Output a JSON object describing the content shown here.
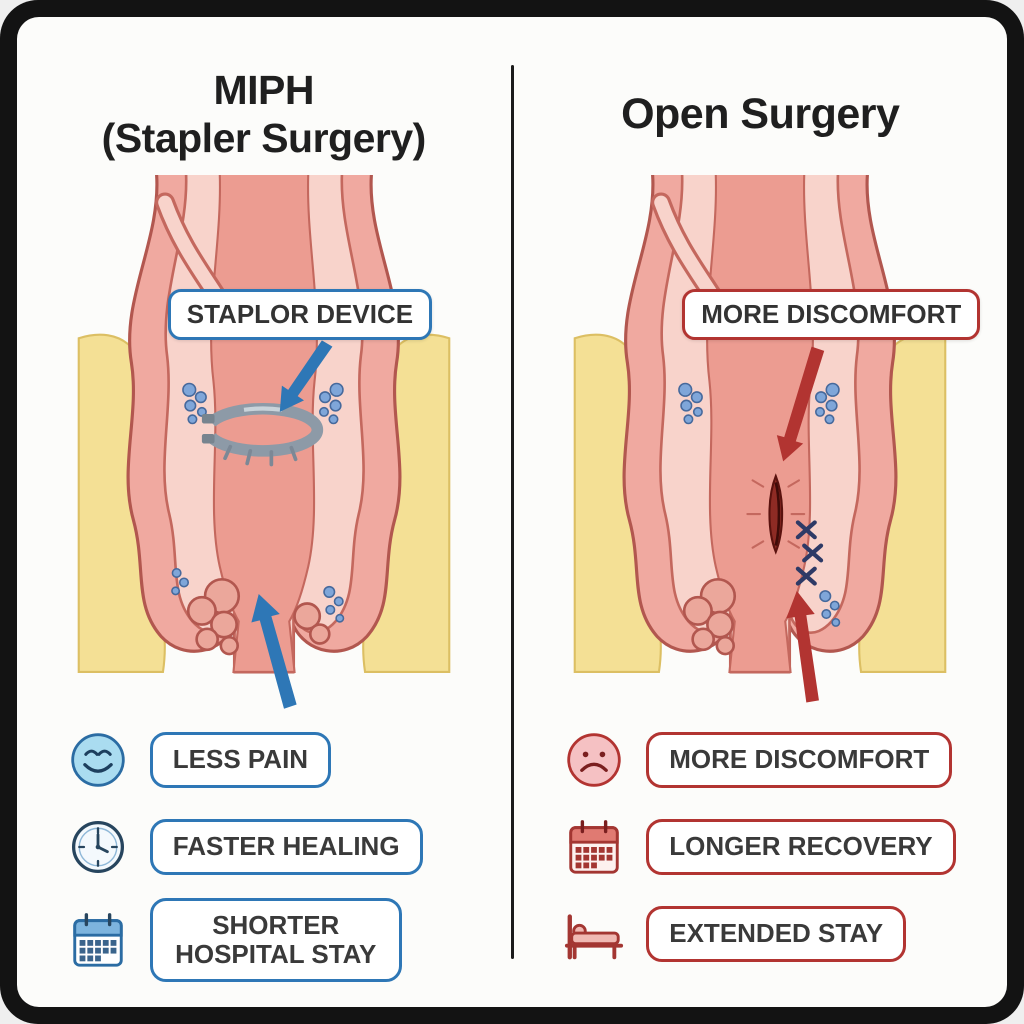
{
  "diagram": {
    "left": {
      "title_line1": "MIPH",
      "title_line2": "(Stapler Surgery)",
      "callout_label": "STAPLOR DEVICE",
      "accent_color": "#2e77b6",
      "benefits": [
        {
          "icon": "happy-face-icon",
          "label": "LESS PAIN"
        },
        {
          "icon": "clock-icon",
          "label": "FASTER HEALING"
        },
        {
          "icon": "calendar-icon",
          "label": "SHORTER HOSPITAL STAY"
        }
      ]
    },
    "right": {
      "title": "Open Surgery",
      "callout_label": "MORE DISCOMFORT",
      "accent_color": "#b23431",
      "drawbacks": [
        {
          "icon": "sad-face-icon",
          "label": "MORE DISCOMFORT"
        },
        {
          "icon": "calendar-icon",
          "label": "LONGER RECOVERY"
        },
        {
          "icon": "bed-icon",
          "label": "EXTENDED STAY"
        }
      ]
    }
  }
}
